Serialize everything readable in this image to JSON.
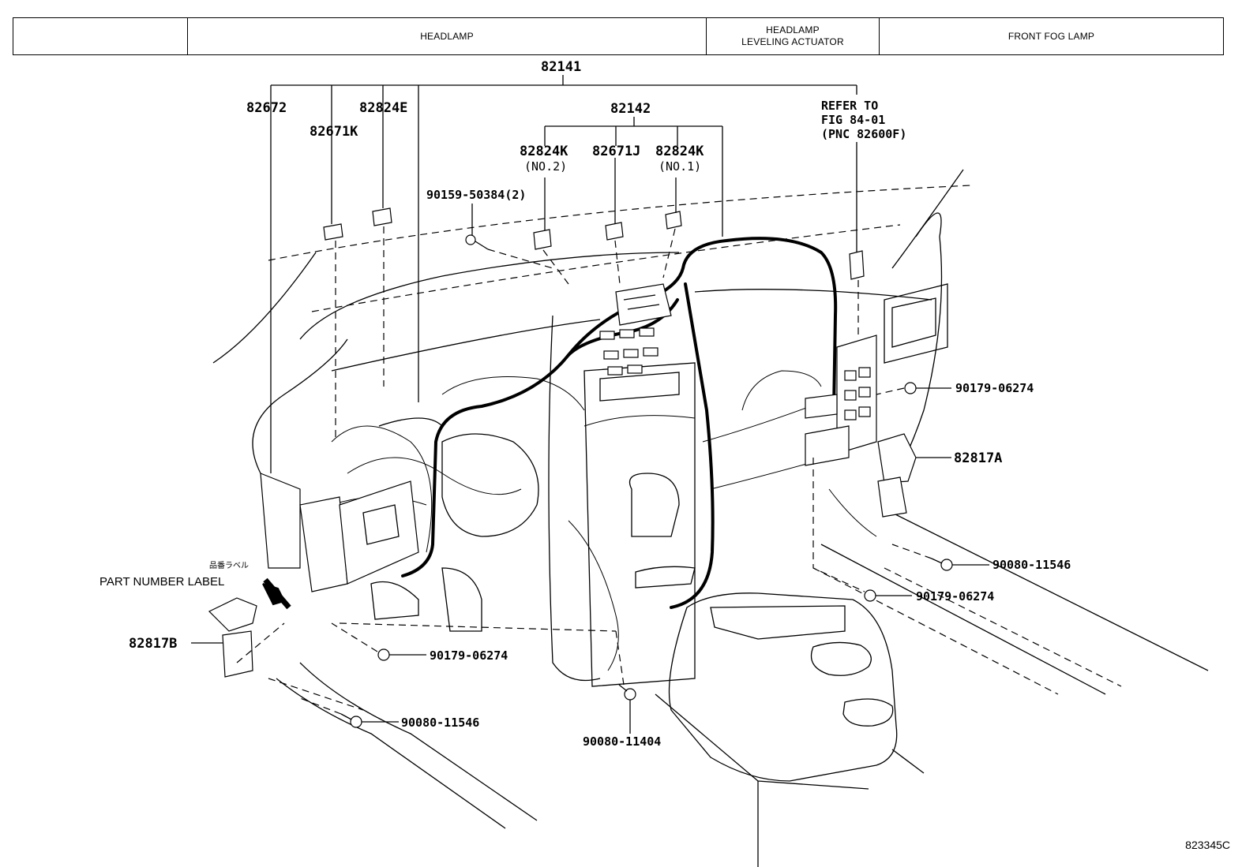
{
  "header": {
    "columns": [
      {
        "label": ""
      },
      {
        "label": "HEADLAMP"
      },
      {
        "label": "HEADLAMP\nLEVELING ACTUATOR"
      },
      {
        "label": "FRONT FOG LAMP"
      }
    ]
  },
  "callouts": {
    "p82141": "82141",
    "p82672": "82672",
    "p82824E": "82824E",
    "p82671K": "82671K",
    "p82142": "82142",
    "p82824K_no2": "82824K",
    "no2": "(NO.2)",
    "p82671J": "82671J",
    "p82824K_no1": "82824K",
    "no1": "(NO.1)",
    "p90159": "90159-50384(2)",
    "refer1": "REFER TO",
    "refer2": "FIG 84-01",
    "refer3": "(PNC 82600F)",
    "p90179_right": "90179-06274",
    "p82817A": "82817A",
    "p90080_right": "90080-11546",
    "p90179_bottomright": "90179-06274",
    "p90179_left": "90179-06274",
    "p90080_left": "90080-11546",
    "p90080_11404": "90080-11404",
    "p82817B": "82817B",
    "label_jp": "品番ラベル",
    "label_en": "PART NUMBER LABEL"
  },
  "figure_number": "823345C"
}
